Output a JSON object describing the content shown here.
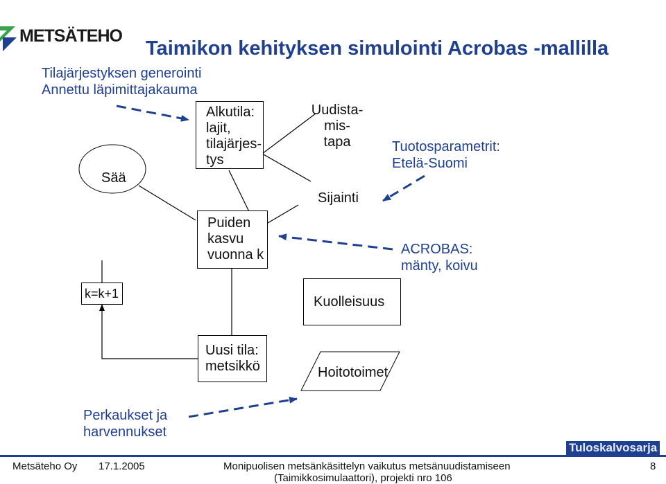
{
  "logo": {
    "text": "METSÄTEHO"
  },
  "title": "Taimikon kehityksen simulointi Acrobas -mallilla",
  "notes": {
    "top_left_line1": "Tilajärjestyksen generointi",
    "top_left_line2": "Annettu läpimittajakauma",
    "right_params_line1": "Tuotosparametrit:",
    "right_params_line2": "Etelä-Suomi",
    "right_model_line1": "ACROBAS:",
    "right_model_line2": "mänty, koivu",
    "bottom_left_line1": "Perkaukset ja",
    "bottom_left_line2": "harvennukset"
  },
  "nodes": {
    "saa": "Sää",
    "alkutila_l1": "Alkutila:",
    "alkutila_l2": "lajit,",
    "alkutila_l3": "tilajärjes-",
    "alkutila_l4": "tys",
    "uudistamistapa_l1": "Uudista-",
    "uudistamistapa_l2": "mis-",
    "uudistamistapa_l3": "tapa",
    "sijainti": "Sijainti",
    "puiden_l1": "Puiden",
    "puiden_l2": "kasvu",
    "puiden_l3": "vuonna k",
    "kk": "k=k+1",
    "kuolleisuus": "Kuolleisuus",
    "uusi_l1": "Uusi tila:",
    "uusi_l2": "metsikkö",
    "hoitotoimet": "Hoitotoimet"
  },
  "footer": {
    "label": "Tuloskalvosarja",
    "org": "Metsäteho Oy",
    "date": "17.1.2005",
    "subject_line1": "Monipuolisen metsänkäsittelyn vaikutus metsänuudistamiseen",
    "subject_line2": "(Taimikkosimulaattori), projekti nro 106",
    "page": "8"
  },
  "colors": {
    "accent": "#1f3f8f",
    "line": "#000000"
  }
}
